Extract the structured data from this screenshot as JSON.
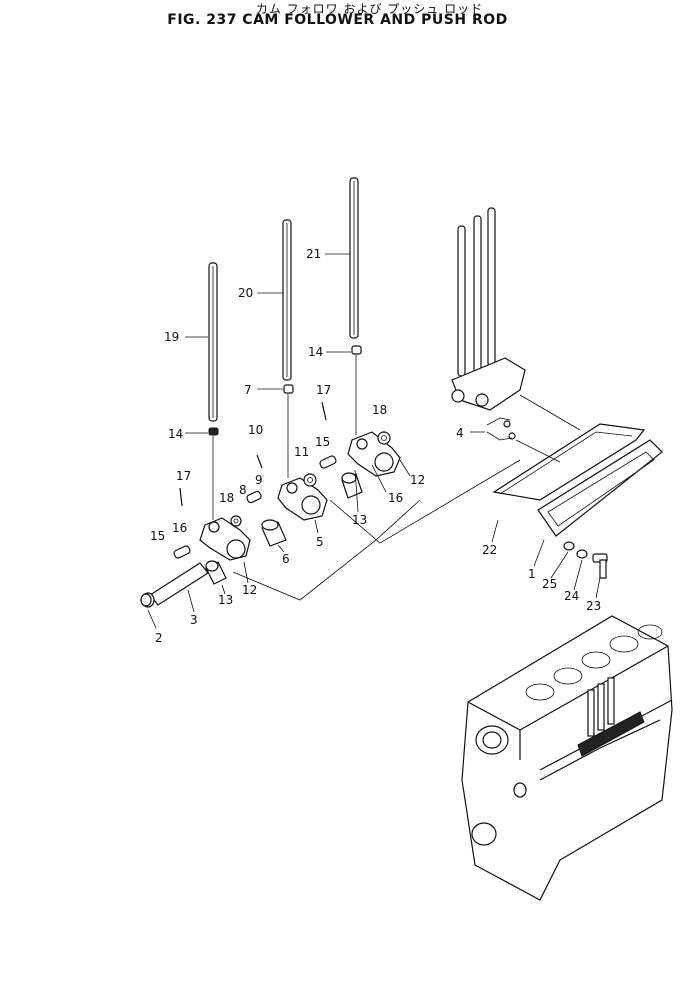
{
  "figure": {
    "title_japanese": "カム フォロワ および プッシュ ロッド",
    "title_english": "FIG. 237  CAM FOLLOWER AND PUSH ROD"
  },
  "callouts": [
    {
      "id": "c1",
      "label": "1"
    },
    {
      "id": "c2",
      "label": "2"
    },
    {
      "id": "c3",
      "label": "3"
    },
    {
      "id": "c4",
      "label": "4"
    },
    {
      "id": "c5",
      "label": "5"
    },
    {
      "id": "c6",
      "label": "6"
    },
    {
      "id": "c7",
      "label": "7"
    },
    {
      "id": "c8",
      "label": "8"
    },
    {
      "id": "c9",
      "label": "9"
    },
    {
      "id": "c10",
      "label": "10"
    },
    {
      "id": "c11",
      "label": "11"
    },
    {
      "id": "c12a",
      "label": "12"
    },
    {
      "id": "c12b",
      "label": "12"
    },
    {
      "id": "c13a",
      "label": "13"
    },
    {
      "id": "c13b",
      "label": "13"
    },
    {
      "id": "c14a",
      "label": "14"
    },
    {
      "id": "c14b",
      "label": "14"
    },
    {
      "id": "c15a",
      "label": "15"
    },
    {
      "id": "c15b",
      "label": "15"
    },
    {
      "id": "c16a",
      "label": "16"
    },
    {
      "id": "c16b",
      "label": "16"
    },
    {
      "id": "c17a",
      "label": "17"
    },
    {
      "id": "c17b",
      "label": "17"
    },
    {
      "id": "c18a",
      "label": "18"
    },
    {
      "id": "c18b",
      "label": "18"
    },
    {
      "id": "c19",
      "label": "19"
    },
    {
      "id": "c20",
      "label": "20"
    },
    {
      "id": "c21",
      "label": "21"
    },
    {
      "id": "c22",
      "label": "22"
    },
    {
      "id": "c23",
      "label": "23"
    },
    {
      "id": "c24",
      "label": "24"
    },
    {
      "id": "c25",
      "label": "25"
    }
  ]
}
